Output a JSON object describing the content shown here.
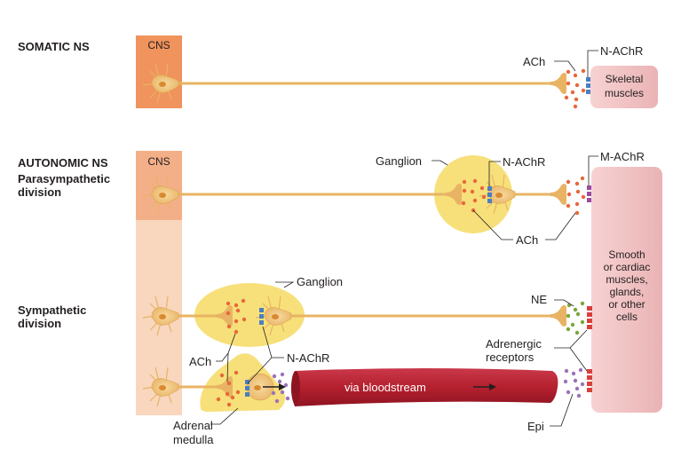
{
  "sections": {
    "somatic": "SOMATIC NS",
    "autonomic": "AUTONOMIC NS",
    "parasympathetic": [
      "Parasympathetic",
      "division"
    ],
    "sympathetic": [
      "Sympathetic",
      "division"
    ]
  },
  "cns_labels": [
    "CNS",
    "CNS"
  ],
  "labels": {
    "somatic_ach": "ACh",
    "somatic_nachr": "N-AChR",
    "skeletal": [
      "Skeletal",
      "muscles"
    ],
    "para_ganglion": "Ganglion",
    "para_nachr": "N-AChR",
    "para_ach": "ACh",
    "machr": "M-AChR",
    "target": [
      "Smooth",
      "or cardiac",
      "muscles,",
      "glands,",
      "or other",
      "cells"
    ],
    "symp_ganglion": "Ganglion",
    "ne": "NE",
    "adrenergic": [
      "Adrenergic",
      "receptors"
    ],
    "symp_ach": "ACh",
    "symp_nachr": "N-AChR",
    "bloodstream": "via bloodstream",
    "epi": "Epi",
    "adrenal": [
      "Adrenal",
      "medulla"
    ]
  },
  "colors": {
    "cns_dark": "#f0935c",
    "cns_mid": "#f3b088",
    "cns_light": "#f9d6be",
    "axon": "#e8b464",
    "ganglion": "#f7e07a",
    "ach": "#e8673a",
    "ne": "#7aa63a",
    "epi": "#9b72b8",
    "nachr": "#4a7fc1",
    "machr": "#9a4aa0",
    "adrenergic": "#d9403a",
    "muscle": "#f2c4c4",
    "blood": "#b5202e"
  }
}
